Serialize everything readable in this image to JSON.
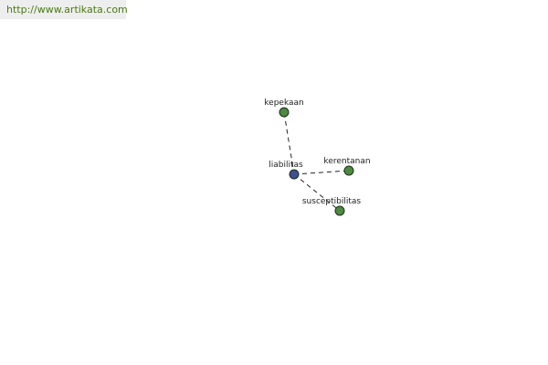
{
  "banner": {
    "url_text": "http://www.artikata.com"
  },
  "graph": {
    "nodes": [
      {
        "id": "liabilitas",
        "label": "liabilitas",
        "role": "center",
        "color": "#3f4f8f"
      },
      {
        "id": "kepekaan",
        "label": "kepekaan",
        "role": "related",
        "color": "#4d8a3f"
      },
      {
        "id": "kerentanan",
        "label": "kerentanan",
        "role": "related",
        "color": "#4d8a3f"
      },
      {
        "id": "susceptibilitas",
        "label": "susceptibilitas",
        "role": "related",
        "color": "#4d8a3f"
      }
    ],
    "edges": [
      {
        "from": "liabilitas",
        "to": "kepekaan",
        "style": "dashed"
      },
      {
        "from": "liabilitas",
        "to": "kerentanan",
        "style": "dashed"
      },
      {
        "from": "liabilitas",
        "to": "susceptibilitas",
        "style": "dashed"
      }
    ]
  }
}
